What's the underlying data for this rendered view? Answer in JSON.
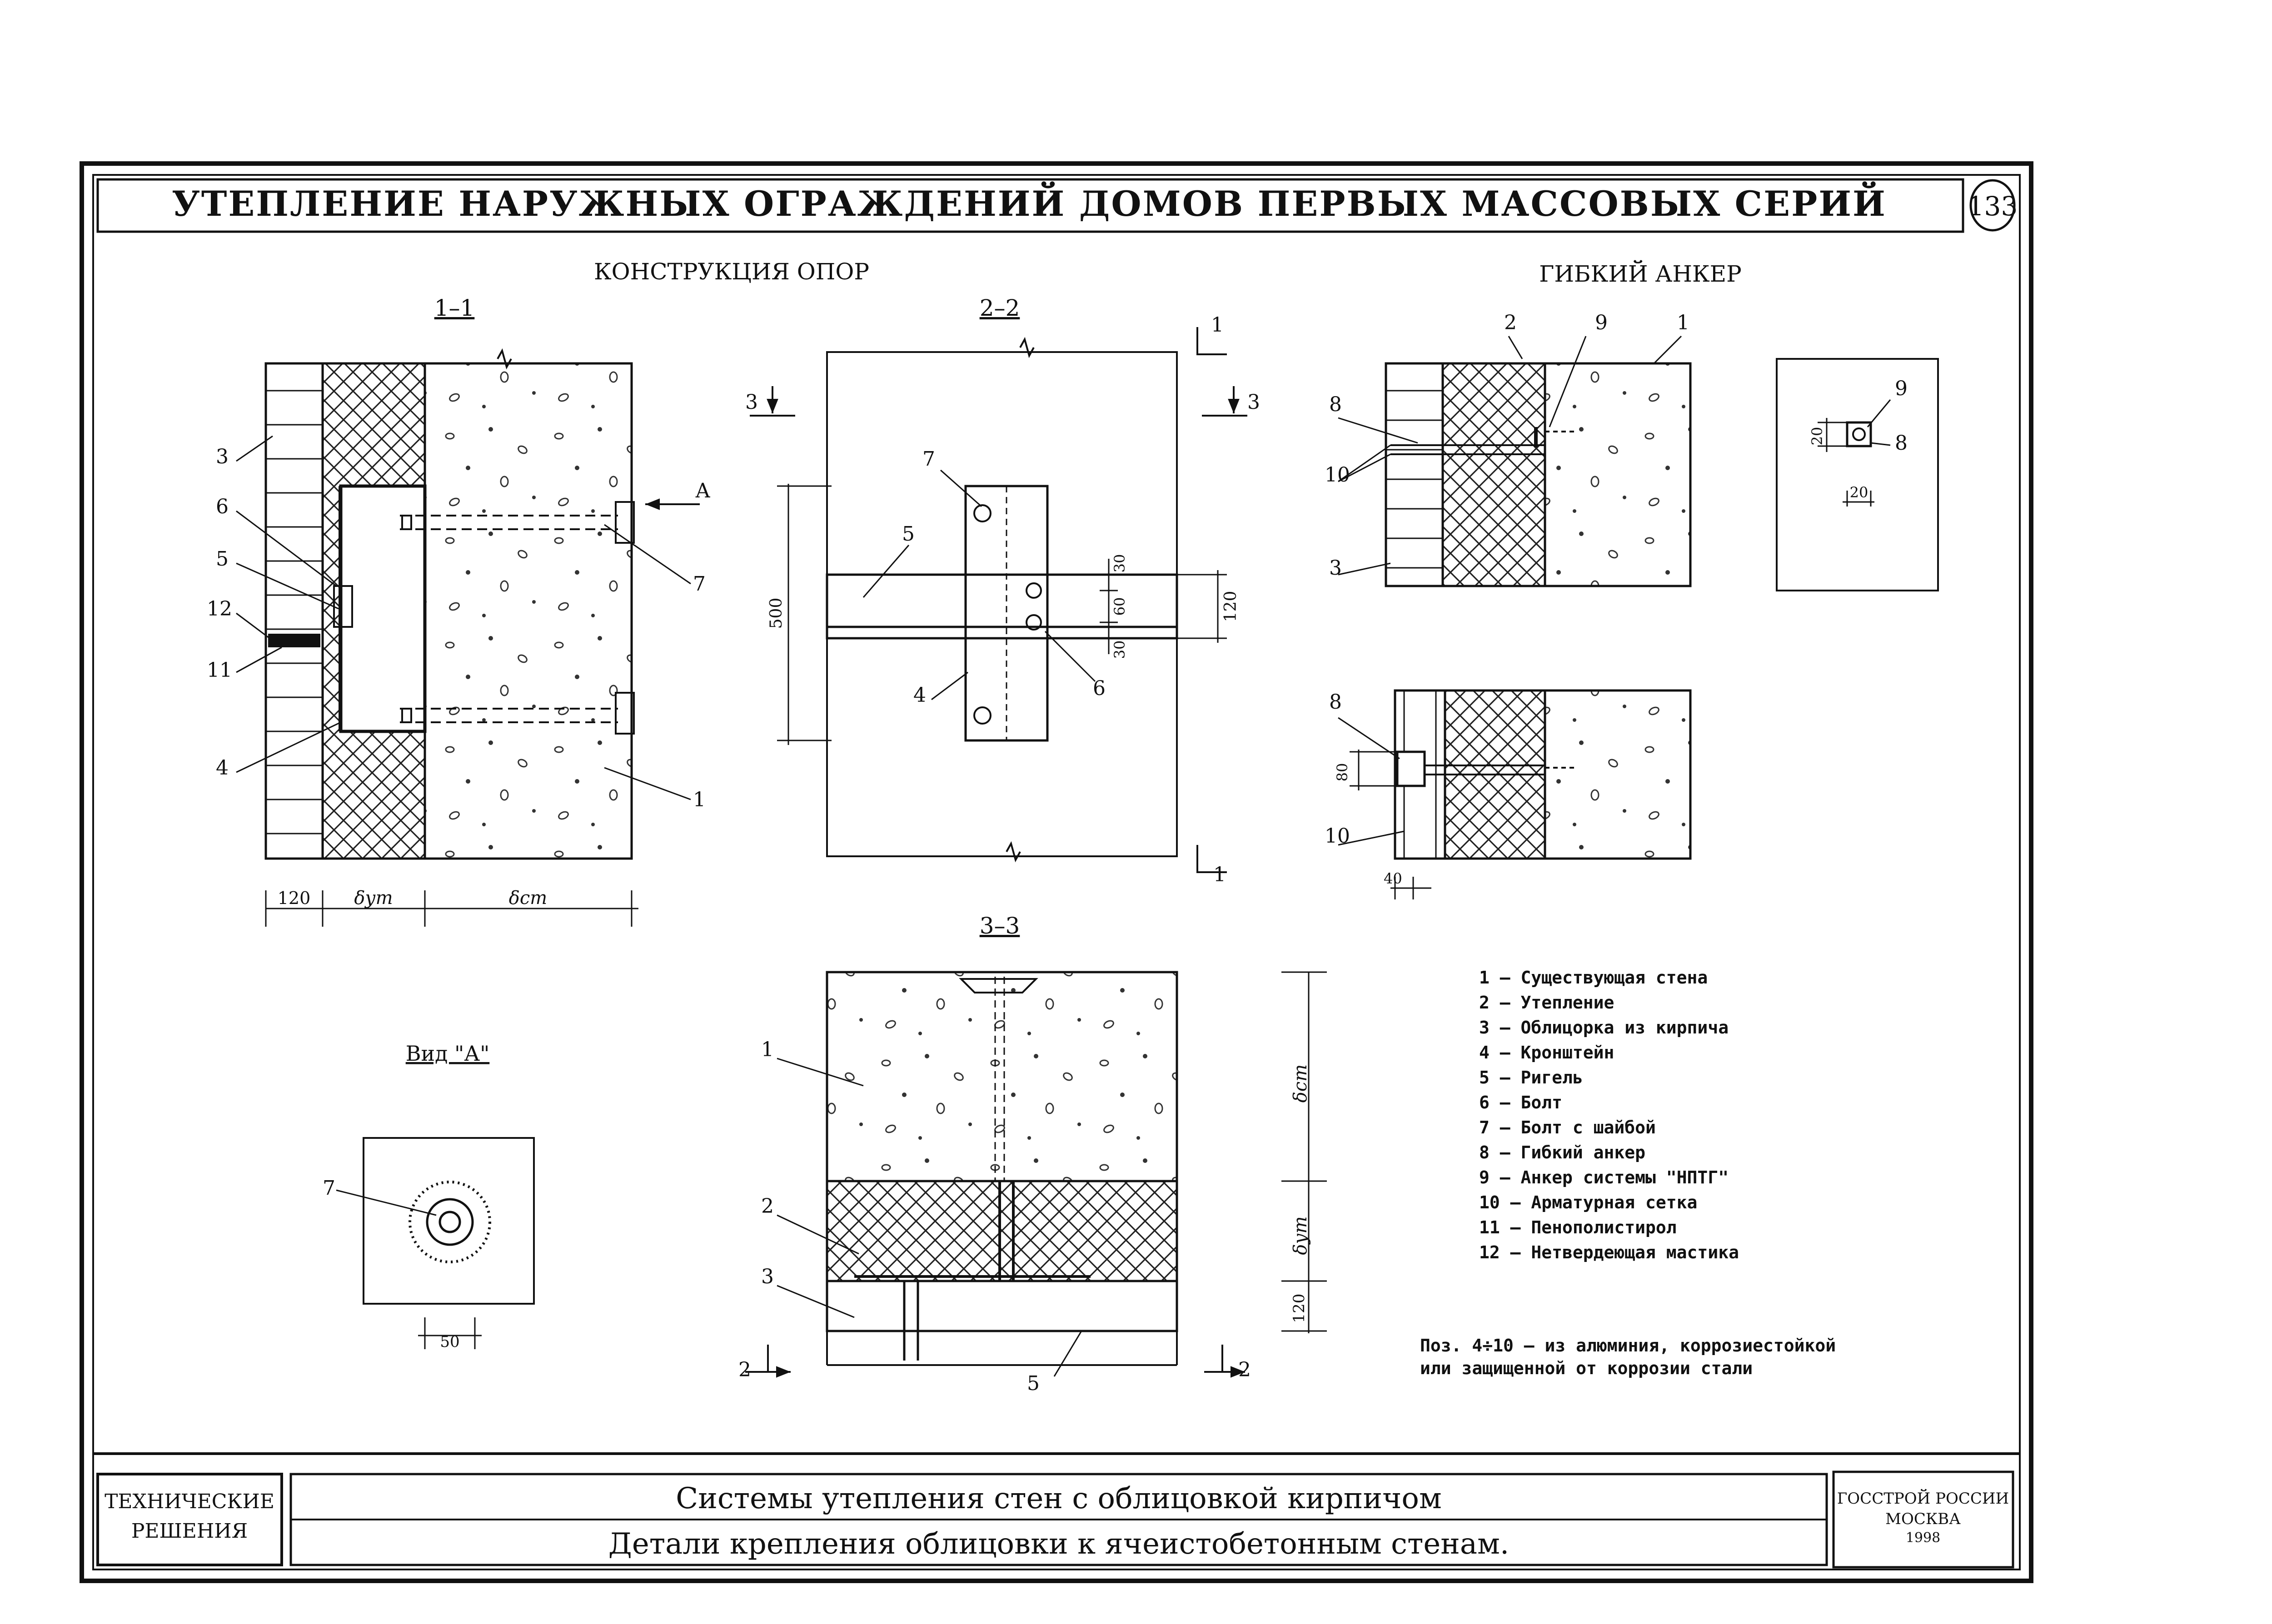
{
  "header": {
    "title": "УТЕПЛЕНИЕ НАРУЖНЫХ ОГРАЖДЕНИЙ ДОМОВ ПЕРВЫХ МАССОВЫХ СЕРИЙ",
    "sheet_number": "133"
  },
  "sections": {
    "supports_title": "КОНСТРУКЦИЯ ОПОР",
    "anchor_title": "ГИБКИЙ АНКЕР",
    "sec11": "1–1",
    "sec22": "2–2",
    "sec33": "3–3",
    "view_a": "Вид \"А\""
  },
  "labels": {
    "n1": "1",
    "n2": "2",
    "n3": "3",
    "n4": "4",
    "n5": "5",
    "n6": "6",
    "n7": "7",
    "n8": "8",
    "n9": "9",
    "n10": "10",
    "n11": "11",
    "n12": "12",
    "arrow_a": "А"
  },
  "dims": {
    "d120": "120",
    "d_ut": "δут",
    "d_st": "δст",
    "d500": "500",
    "d30": "30",
    "d60": "60",
    "d20": "20",
    "d80": "80",
    "d40": "40",
    "d50": "50"
  },
  "legend": [
    "1 – Существующая стена",
    "2 – Утепление",
    "3 – Облицорка из кирпича",
    "4 – Кронштейн",
    "5 – Ригель",
    "6 – Болт",
    "7 – Болт с шайбой",
    "8 – Гибкий анкер",
    "9 – Анкер системы \"НПТГ\"",
    "10 – Арматурная сетка",
    "11 – Пенополистирол",
    "12 – Нетвердеющая мастика"
  ],
  "note": {
    "line1": "Поз. 4÷10 – из алюминия, коррозиестойкой",
    "line2": "или защищенной от коррозии стали"
  },
  "footer": {
    "left_line1": "ТЕХНИЧЕСКИЕ",
    "left_line2": "РЕШЕНИЯ",
    "title1": "Системы утепления стен с облицовкой кирпичом",
    "title2": "Детали крепления облицовки к ячеистобетонным стенам.",
    "org1": "ГОССТРОЙ РОССИИ",
    "org2": "МОСКВА",
    "year": "1998"
  }
}
